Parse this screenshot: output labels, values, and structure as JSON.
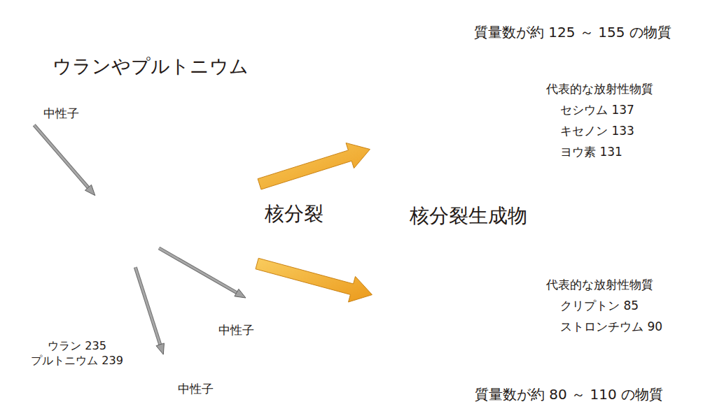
{
  "diagram": {
    "nodes": [
      {
        "text": [
          "ウランやプルトニウム",
          "ウラン 235",
          "プルトニウム 239"
        ]
      },
      {
        "text": [
          "中性子"
        ]
      },
      {
        "text": [
          "中性子"
        ]
      },
      {
        "text": [
          "中性子"
        ]
      },
      {
        "text": [
          "質量数が約 125 ～ 155 の物質",
          "代表的な放射性物質",
          "セシウム 137",
          "キセノン 133",
          "ヨウ素 131"
        ]
      },
      {
        "text": [
          "代表的な放射性物質",
          "クリプトン 85",
          "ストロンチウム 90",
          "質量数が約 80 ～ 110 の物質"
        ]
      }
    ],
    "edges": [
      {
        "from": 1,
        "to": 0,
        "arrow": "to"
      },
      {
        "from": 0,
        "to": 2,
        "arrow": "to"
      },
      {
        "from": 0,
        "to": 3,
        "arrow": "to"
      },
      {
        "from": 0,
        "to": 4,
        "arrow": "to"
      },
      {
        "from": 0,
        "to": 5,
        "arrow": "to"
      }
    ],
    "labels": [
      "核分裂",
      "核分裂生成物"
    ]
  }
}
